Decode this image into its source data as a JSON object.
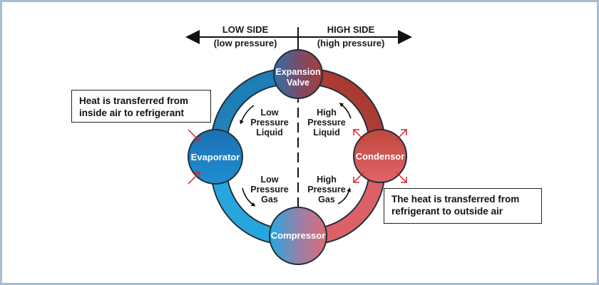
{
  "header": {
    "low_side": "LOW SIDE",
    "low_pressure": "(low pressure)",
    "high_side": "HIGH SIDE",
    "high_pressure": "(high pressure)"
  },
  "components": {
    "expansion_valve": [
      "Expansion",
      "Valve"
    ],
    "evaporator": "Evaporator",
    "condensor": "Condensor",
    "compressor": "Compressor"
  },
  "states": {
    "low_liquid": [
      "Low",
      "Pressure",
      "Liquid"
    ],
    "high_liquid": [
      "High",
      "Pressure",
      "Liquid"
    ],
    "low_gas": [
      "Low",
      "Pressure",
      "Gas"
    ],
    "high_gas": [
      "High",
      "Pressure",
      "Gas"
    ]
  },
  "notes": {
    "evaporator_note": "Heat is transferred from inside air to refrigerant",
    "condensor_note": "The heat is transferred from refrigerant to outside air"
  },
  "colors": {
    "low_side_blue": "#1a7fc4",
    "low_side_light": "#26a7dd",
    "high_side_red": "#b33a2b",
    "high_side_pink": "#d85a63",
    "heat_arrow": "#e02020"
  }
}
